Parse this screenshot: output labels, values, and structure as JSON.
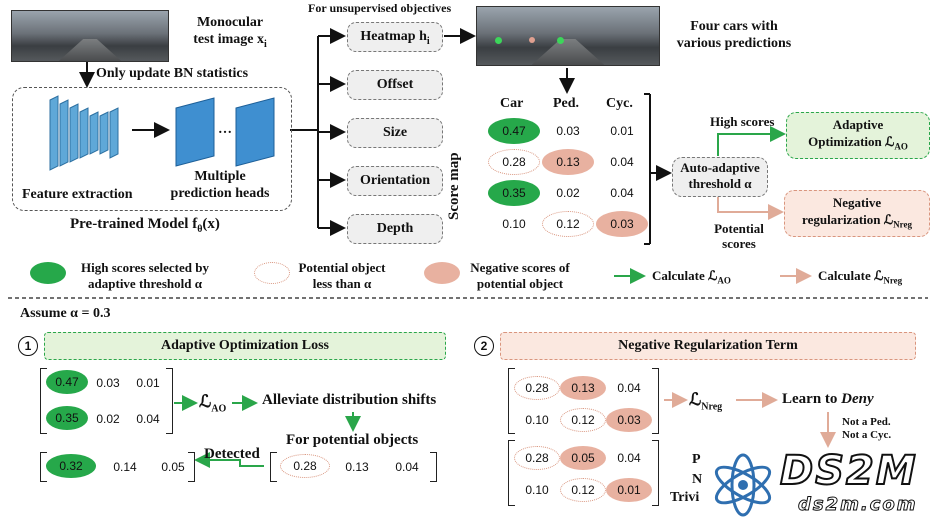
{
  "top": {
    "input_caption_1": "Monocular",
    "input_caption_2": "test image x",
    "input_caption_sub": "i",
    "bn_label": "Only update BN statistics",
    "feature_label": "Feature extraction",
    "heads_label_1": "Multiple",
    "heads_label_2": "prediction heads",
    "pretrained_label": "Pre-trained Model f",
    "pretrained_sub": "θ",
    "pretrained_arg": "(x)",
    "unsup_label": "For unsupervised objectives",
    "heads": [
      "Heatmap h",
      "Offset",
      "Size",
      "Orientation",
      "Depth"
    ],
    "heatmap_sub": "i",
    "cars_caption_1": "Four cars with",
    "cars_caption_2": "various predictions",
    "score_map_label": "Score map",
    "score_cols": [
      "Car",
      "Ped.",
      "Cyc."
    ],
    "score_rows": [
      [
        {
          "v": "0.47",
          "s": "g"
        },
        {
          "v": "0.03",
          "s": ""
        },
        {
          "v": "0.01",
          "s": ""
        }
      ],
      [
        {
          "v": "0.28",
          "s": "d"
        },
        {
          "v": "0.13",
          "s": "p"
        },
        {
          "v": "0.04",
          "s": ""
        }
      ],
      [
        {
          "v": "0.35",
          "s": "g"
        },
        {
          "v": "0.02",
          "s": ""
        },
        {
          "v": "0.04",
          "s": ""
        }
      ],
      [
        {
          "v": "0.10",
          "s": ""
        },
        {
          "v": "0.12",
          "s": "d"
        },
        {
          "v": "0.03",
          "s": "p"
        }
      ]
    ],
    "auto_1": "Auto-adaptive",
    "auto_2": "threshold α",
    "high_scores": "High scores",
    "potential_1": "Potential",
    "potential_2": "scores",
    "adaptive_opt_1": "Adaptive",
    "adaptive_opt_2": "Optimization ℒ",
    "adaptive_opt_sub": "AO",
    "neg_reg_1": "Negative",
    "neg_reg_2": "regularization ℒ",
    "neg_reg_sub": "Nreg"
  },
  "legend": {
    "high_1": "High scores selected by",
    "high_2": "adaptive threshold α",
    "pot_1": "Potential object",
    "pot_2": "less than α",
    "neg_1": "Negative scores of",
    "neg_2": "potential object",
    "calc_ao": "Calculate ℒ",
    "calc_ao_sub": "AO",
    "calc_nreg": "Calculate ℒ",
    "calc_nreg_sub": "Nreg"
  },
  "bottom": {
    "assume": "Assume α = 0.3",
    "num1": "1",
    "num2": "2",
    "ao_title": "Adaptive Optimization Loss",
    "nr_title": "Negative Regularization Term",
    "ao_matrix": [
      [
        "0.47",
        "0.03",
        "0.01"
      ],
      [
        "0.35",
        "0.02",
        "0.04"
      ]
    ],
    "ao_label": "ℒ",
    "ao_label_sub": "AO",
    "alleviate": "Alleviate distribution shifts",
    "for_potential": "For potential objects",
    "detected": "Detected",
    "detected_row": [
      "0.32",
      "0.14",
      "0.05"
    ],
    "potential_row": [
      "0.28",
      "0.13",
      "0.04"
    ],
    "nr_matrix_1": [
      [
        "0.28",
        "0.13",
        "0.04"
      ],
      [
        "0.10",
        "0.12",
        "0.03"
      ]
    ],
    "nr_label": "ℒ",
    "nr_label_sub": "Nreg",
    "learn_deny": "Learn to ",
    "learn_deny_em": "Deny",
    "not_ped": "Not a Ped.",
    "not_cyc": "Not a Cyc.",
    "nr_matrix_2": [
      [
        "0.28",
        "0.05",
        "0.04"
      ],
      [
        "0.10",
        "0.12",
        "0.01"
      ]
    ],
    "partial_1": "P",
    "partial_2": "N",
    "partial_3": "Trivi",
    "watermark_big": "DS2M",
    "watermark_small": "ds2m.com"
  }
}
